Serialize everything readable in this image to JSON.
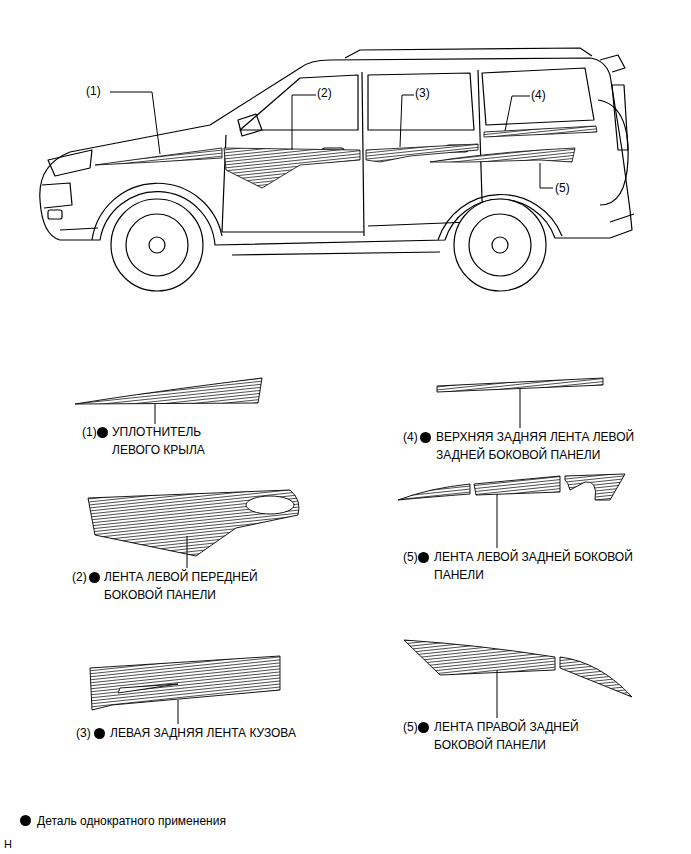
{
  "diagram": {
    "labels": [
      "(1)",
      "(2)",
      "(3)",
      "(4)",
      "(5)",
      "(1)",
      "УПЛОТНИТЕЛЬ ЛЕВОГО КРЫЛА",
      "(2)",
      "ЛЕНТА ЛЕВОЙ ПЕРЕДНЕЙ БОКОВОЙ ПАНЕЛИ",
      "(3)",
      "ЛЕВАЯ ЗАДНЯЯ ЛЕНТА КУЗОВА",
      "(4)",
      "ВЕРХНЯЯ ЗАДНЯЯ ЛЕНТА ЛЕВОЙ ЗАДНЕЙ БОКОВОЙ ПАНЕЛИ",
      "(5)",
      "ЛЕНТА ЛЕВОЙ ЗАДНЕЙ БОКОВОЙ ПАНЕЛИ",
      "(5)",
      "ЛЕНТА ПРАВОЙ ЗАДНЕЙ БОКОВОЙ ПАНЕЛИ",
      "H"
    ],
    "legend": [
      {
        "text": "Деталь однократного применения"
      }
    ]
  }
}
